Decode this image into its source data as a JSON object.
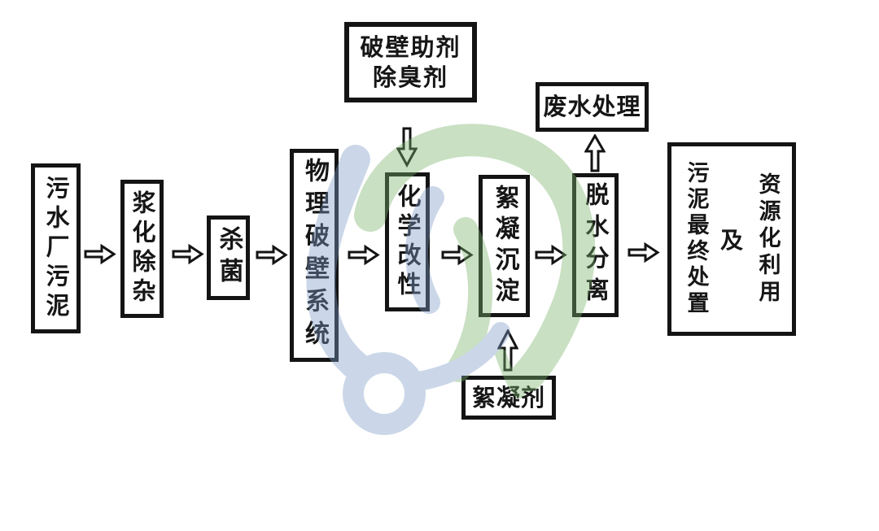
{
  "diagram": {
    "type": "flowchart",
    "direction": "left-to-right",
    "main_flow": [
      {
        "label": "污水厂污泥"
      },
      {
        "label": "浆化除杂"
      },
      {
        "label": "杀菌"
      },
      {
        "label": "物理破壁系统"
      },
      {
        "label": "化学改性"
      },
      {
        "label": "絮凝沉淀"
      },
      {
        "label": "脱水分离"
      }
    ],
    "final_node": {
      "left_column": "污泥最终处置",
      "connector": "及",
      "right_column": "资源化利用"
    },
    "aux_nodes": {
      "additives": {
        "line1": "破壁助剂",
        "line2": "除臭剂",
        "arrow": "down-into-化学改性"
      },
      "wastewater": {
        "label": "废水处理",
        "arrow": "up-from-脱水分离"
      },
      "flocculant": {
        "label": "絮凝剂",
        "arrow": "up-into-絮凝沉淀"
      }
    },
    "colors": {
      "box_border": "#141414",
      "box_fill": "#ffffff",
      "arrow_outline": "#141414",
      "watermark_green": "#7ab26b",
      "watermark_blue": "#7e9cc7",
      "background": "#ffffff"
    }
  }
}
